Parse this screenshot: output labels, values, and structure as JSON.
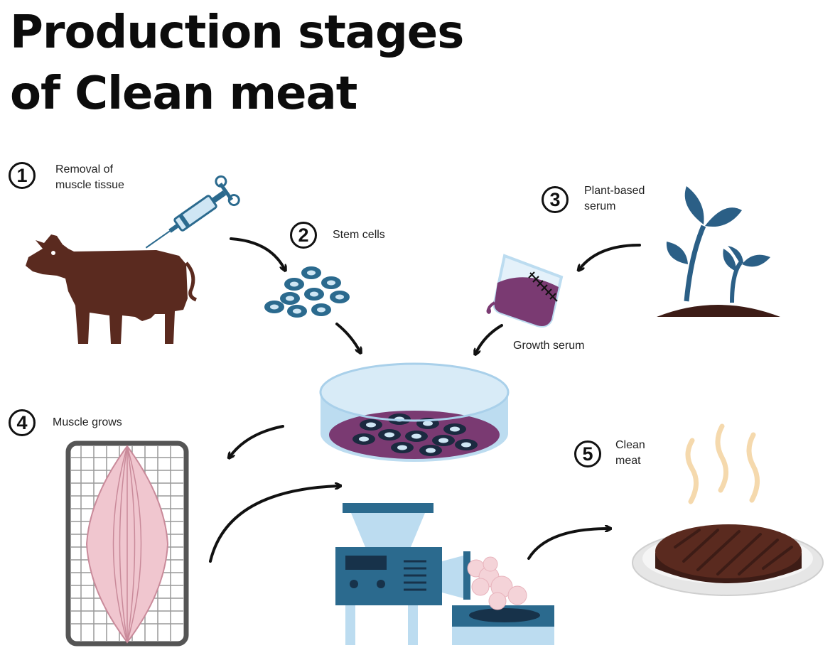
{
  "title": {
    "line1": "Production stages",
    "line2": "of Clean meat"
  },
  "steps": [
    {
      "number": "1",
      "label_line1": "Removal of",
      "label_line2": "muscle tissue"
    },
    {
      "number": "2",
      "label_line1": "Stem cells",
      "label_line2": ""
    },
    {
      "number": "3",
      "label_line1": "Plant-based",
      "label_line2": "serum"
    },
    {
      "number": "4",
      "label_line1": "Muscle grows",
      "label_line2": ""
    },
    {
      "number": "5",
      "label_line1": "Clean",
      "label_line2": "meat"
    }
  ],
  "captions": {
    "growth_serum": "Growth serum"
  },
  "colors": {
    "cow": "#5a2a1f",
    "cell_blue": "#2b6a8e",
    "dish_blue": "#bcdcf0",
    "medium_purple": "#7a3a72",
    "plant_blue": "#2b5f86",
    "soil": "#3d1c16",
    "muscle_pink": "#f0c6cf",
    "grinder_blue": "#2b6a8e",
    "patty": "#5a2a1f",
    "steam": "#f5d9ad"
  }
}
